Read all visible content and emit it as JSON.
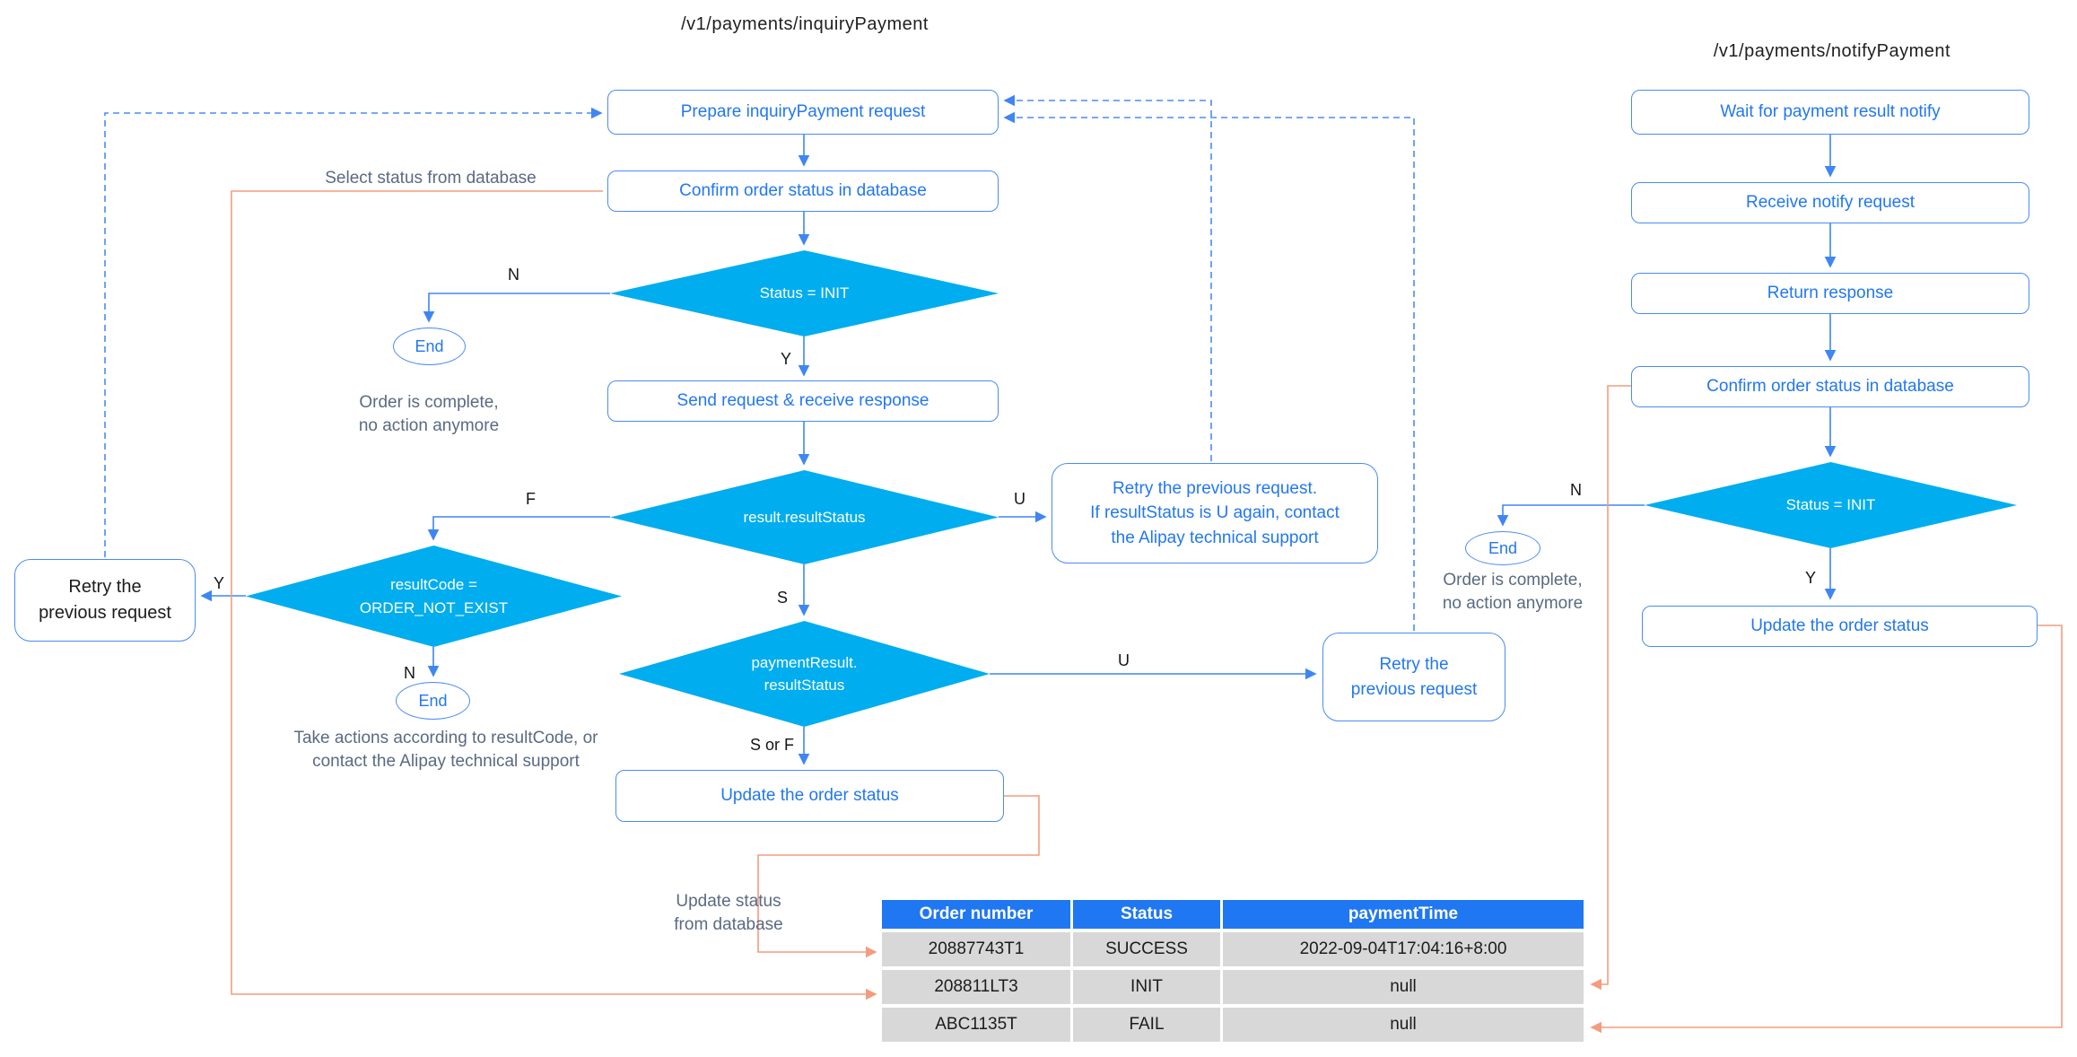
{
  "colors": {
    "diamond_fill": "#00adef",
    "box_border": "#4a8bf5",
    "box_text": "#2277f3",
    "arrow_blue": "#3f86f4",
    "arrow_orange": "#f49c7e",
    "table_header_bg": "#2077f2",
    "table_row_bg": "#d8d8d8",
    "note_text": "#5a6a82"
  },
  "flows": {
    "inquiry": {
      "title": "/v1/payments/inquiryPayment",
      "nodes": {
        "prepare": "Prepare inquiryPayment request",
        "confirm": "Confirm order status in database",
        "status_init": "Status = INIT",
        "end1": "End",
        "send": "Send request & receive response",
        "result_status": "result.resultStatus",
        "retry_tooltip": "Retry the previous request.\nIf resultStatus is U again, contact\nthe Alipay technical support",
        "result_code": "resultCode =\nORDER_NOT_EXIST",
        "retry_left": "Retry the\nprevious request",
        "end2": "End",
        "payment_result": "paymentResult.\nresultStatus",
        "retry_right": "Retry the\nprevious request",
        "update": "Update the order status"
      },
      "notes": {
        "select_status": "Select status from database",
        "order_complete": "Order is complete,\nno action anymore",
        "take_actions": "Take actions according to resultCode, or\ncontact the Alipay technical support",
        "update_status": "Update status\nfrom database"
      },
      "edge_labels": {
        "n1": "N",
        "y1": "Y",
        "f": "F",
        "u1": "U",
        "y2": "Y",
        "n2": "N",
        "s": "S",
        "u2": "U",
        "s_or_f": "S or F"
      }
    },
    "notify": {
      "title": "/v1/payments/notifyPayment",
      "nodes": {
        "wait": "Wait for payment result notify",
        "receive": "Receive notify request",
        "return": "Return response",
        "confirm": "Confirm order status in database",
        "status_init": "Status = INIT",
        "end": "End",
        "update": "Update the order status"
      },
      "notes": {
        "order_complete": "Order is complete,\nno action anymore"
      },
      "edge_labels": {
        "n": "N",
        "y": "Y"
      }
    }
  },
  "table": {
    "headers": [
      "Order number",
      "Status",
      "paymentTime"
    ],
    "rows": [
      [
        "20887743T1",
        "SUCCESS",
        "2022-09-04T17:04:16+8:00"
      ],
      [
        "208811LT3",
        "INIT",
        "null"
      ],
      [
        "ABC1135T",
        "FAIL",
        "null"
      ]
    ]
  }
}
